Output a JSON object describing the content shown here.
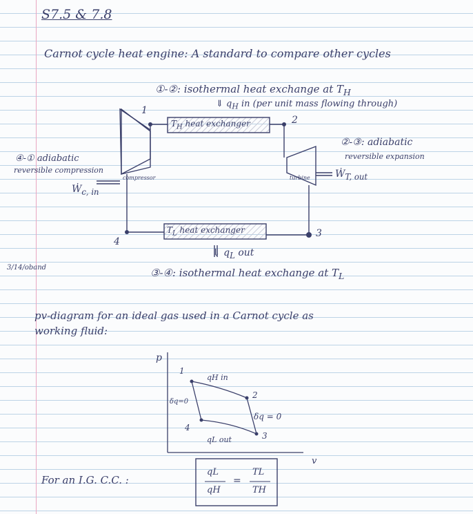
{
  "header": "S7.5 & 7.8",
  "title": "Carnot cycle heat engine: A standard to compare other cycles",
  "cycle": {
    "p12": "①-②: isothermal heat exchange at T",
    "p12_sub": "H",
    "qh": "⇓ q",
    "qh_sub": "H",
    "qh_rest": " in (per unit mass flowing through)",
    "hx_high": "T",
    "hx_high_sub": "H",
    "hx_high_rest": " heat exchanger",
    "hx_low": "T",
    "hx_low_sub": "L",
    "hx_low_rest": " heat exchanger",
    "p23_a": "②-③: adiabatic",
    "p23_b": "reversible expansion",
    "p41_a": "④-① adiabatic",
    "p41_b": "reversible compression",
    "compressor": "compressor",
    "turbine": "turbine",
    "w_in": "Ẇ",
    "w_in_sub": "c, in",
    "w_out": "Ẇ",
    "w_out_sub": "T, out",
    "ql": "⇓ q",
    "ql_sub": "L",
    "ql_rest": " out",
    "p34": "③-④: isothermal heat exchange at T",
    "p34_sub": "L",
    "n1": "1",
    "n2": "2",
    "n3": "3",
    "n4": "4"
  },
  "side_note": "3/14/oband",
  "pv": {
    "caption_a": "pv-diagram for an ideal gas used in a Carnot cycle as",
    "caption_b": "working fluid:",
    "ylabel": "p",
    "xlabel": "v",
    "qh_in": "qH in",
    "ql_out": "qL out",
    "dq_left": "δq=0",
    "dq_right": "δq = 0",
    "n1": "1",
    "n2": "2",
    "n3": "3",
    "n4": "4"
  },
  "formula": {
    "prefix": "For an I.G. C.C. :",
    "num_l": "qL",
    "den_l": "qH",
    "eq": "=",
    "num_r": "TL",
    "den_r": "TH"
  }
}
